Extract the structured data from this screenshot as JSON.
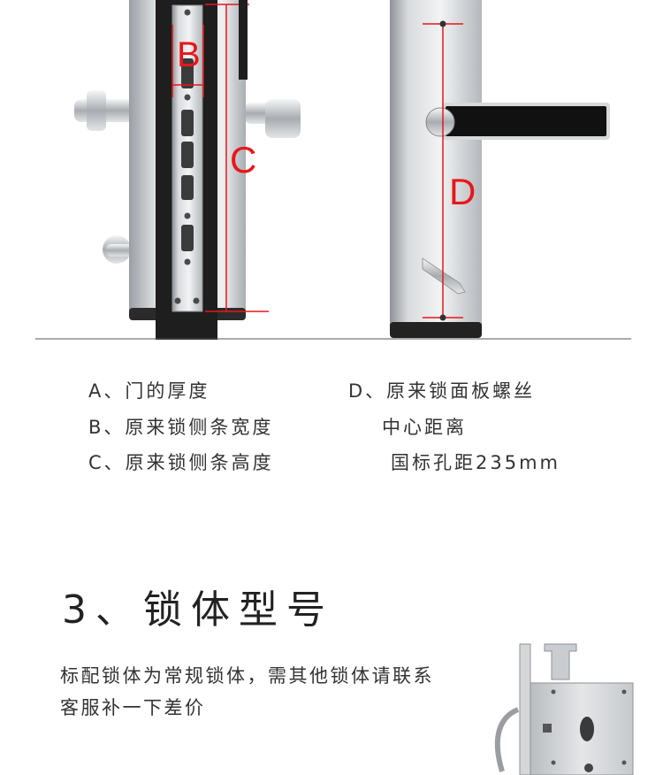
{
  "diagram": {
    "label_b": "B",
    "label_c": "C",
    "label_d": "D",
    "accent_color": "#e8161a"
  },
  "captions": {
    "a": "A、门的厚度",
    "b": "B、原来锁侧条宽度",
    "c": "C、原来锁侧条高度",
    "d_line1": "D、原来锁面板螺丝",
    "d_line2": "中心距离",
    "d_line3": "国标孔距235mm"
  },
  "section": {
    "title": "3、锁体型号",
    "description_line1": "标配锁体为常规锁体，需其他锁体请联系",
    "description_line2": "客服补一下差价"
  }
}
